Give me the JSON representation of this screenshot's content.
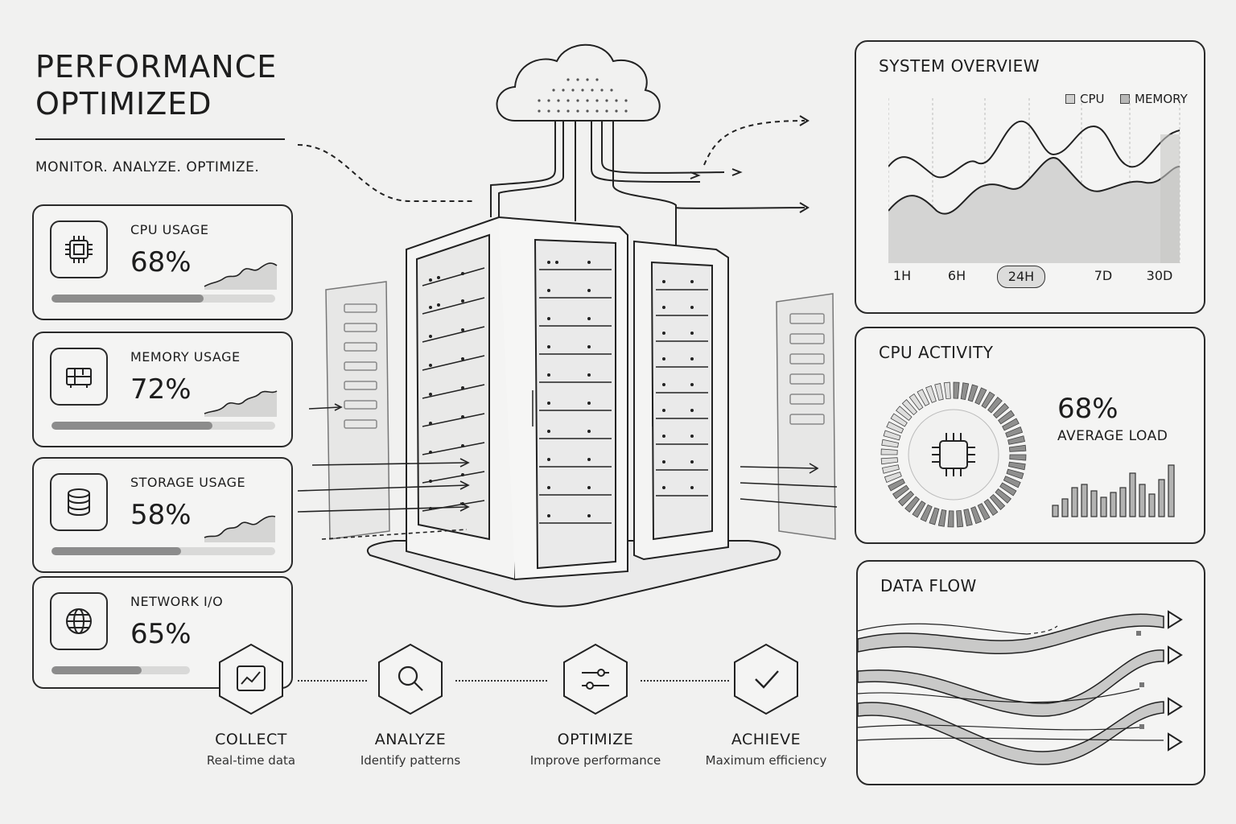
{
  "header": {
    "title_line1": "PERFORMANCE",
    "title_line2": "OPTIMIZED",
    "tagline": "MONITOR. ANALYZE. OPTIMIZE."
  },
  "metrics": [
    {
      "label": "CPU USAGE",
      "value": "68%",
      "fill": 0.68,
      "icon": "cpu-icon"
    },
    {
      "label": "MEMORY USAGE",
      "value": "72%",
      "fill": 0.72,
      "icon": "memory-icon"
    },
    {
      "label": "STORAGE USAGE",
      "value": "58%",
      "fill": 0.58,
      "icon": "storage-icon"
    },
    {
      "label": "NETWORK I/O",
      "value": "65%",
      "fill": 0.65,
      "icon": "globe-icon"
    }
  ],
  "system_overview": {
    "title": "SYSTEM OVERVIEW",
    "legend": [
      "CPU",
      "MEMORY"
    ],
    "time_ranges": [
      "1H",
      "6H",
      "24H",
      "7D",
      "30D"
    ],
    "selected_range": "24H"
  },
  "cpu_activity": {
    "title": "CPU ACTIVITY",
    "value": "68%",
    "label": "AVERAGE LOAD",
    "fill": 0.68
  },
  "data_flow": {
    "title": "DATA FLOW"
  },
  "steps": [
    {
      "label": "COLLECT",
      "sub": "Real-time data",
      "icon": "chart-icon"
    },
    {
      "label": "ANALYZE",
      "sub": "Identify patterns",
      "icon": "magnifier-icon"
    },
    {
      "label": "OPTIMIZE",
      "sub": "Improve performance",
      "icon": "sliders-icon"
    },
    {
      "label": "ACHIEVE",
      "sub": "Maximum efficiency",
      "icon": "checkmark-icon"
    }
  ],
  "colors": {
    "ink": "#1d1d1d",
    "background": "#f1f1f0",
    "fill_gray": "#8c8c8c",
    "area_gray": "#d5d5d4"
  }
}
